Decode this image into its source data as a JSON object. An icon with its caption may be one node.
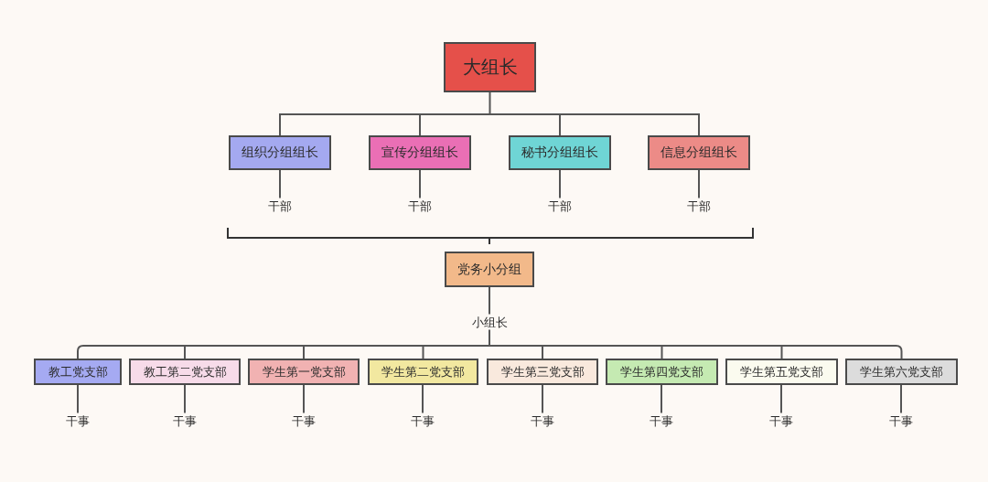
{
  "diagram": {
    "nodes": [
      {
        "text": [
          "大组长"
        ]
      },
      {
        "text": [
          "组织分组组长"
        ]
      },
      {
        "text": [
          "宣传分组组长"
        ]
      },
      {
        "text": [
          "秘书分组组长"
        ]
      },
      {
        "text": [
          "信息分组组长"
        ]
      },
      {
        "text": [
          "干部"
        ]
      },
      {
        "text": [
          "干部"
        ]
      },
      {
        "text": [
          "干部"
        ]
      },
      {
        "text": [
          "干部"
        ]
      },
      {
        "text": [
          "党务小分组"
        ]
      },
      {
        "text": [
          "小组长"
        ]
      },
      {
        "text": [
          "教工党支部"
        ]
      },
      {
        "text": [
          "教工第二党支部"
        ]
      },
      {
        "text": [
          "学生第一党支部"
        ]
      },
      {
        "text": [
          "学生第二党支部"
        ]
      },
      {
        "text": [
          "学生第三党支部"
        ]
      },
      {
        "text": [
          "学生第四党支部"
        ]
      },
      {
        "text": [
          "学生第五党支部"
        ]
      },
      {
        "text": [
          "学生第六党支部"
        ]
      },
      {
        "text": [
          "干事"
        ]
      },
      {
        "text": [
          "干事"
        ]
      },
      {
        "text": [
          "干事"
        ]
      },
      {
        "text": [
          "干事"
        ]
      },
      {
        "text": [
          "干事"
        ]
      },
      {
        "text": [
          "干事"
        ]
      },
      {
        "text": [
          "干事"
        ]
      },
      {
        "text": [
          "干事"
        ]
      }
    ],
    "edges": [
      {
        "from": 0,
        "to": 1,
        "arrow": "none"
      },
      {
        "from": 0,
        "to": 2,
        "arrow": "none"
      },
      {
        "from": 0,
        "to": 3,
        "arrow": "none"
      },
      {
        "from": 0,
        "to": 4,
        "arrow": "none"
      },
      {
        "from": 1,
        "to": 5,
        "arrow": "none"
      },
      {
        "from": 2,
        "to": 6,
        "arrow": "none"
      },
      {
        "from": 3,
        "to": 7,
        "arrow": "none"
      },
      {
        "from": 4,
        "to": 8,
        "arrow": "none"
      },
      {
        "from": 9,
        "to": 10,
        "arrow": "none"
      },
      {
        "from": 10,
        "to": 11,
        "arrow": "none"
      },
      {
        "from": 10,
        "to": 12,
        "arrow": "none"
      },
      {
        "from": 10,
        "to": 13,
        "arrow": "none"
      },
      {
        "from": 10,
        "to": 14,
        "arrow": "none"
      },
      {
        "from": 10,
        "to": 15,
        "arrow": "none"
      },
      {
        "from": 10,
        "to": 16,
        "arrow": "none"
      },
      {
        "from": 10,
        "to": 17,
        "arrow": "none"
      },
      {
        "from": 10,
        "to": 18,
        "arrow": "none"
      },
      {
        "from": 11,
        "to": 19,
        "arrow": "none"
      },
      {
        "from": 12,
        "to": 20,
        "arrow": "none"
      },
      {
        "from": 13,
        "to": 21,
        "arrow": "none"
      },
      {
        "from": 14,
        "to": 22,
        "arrow": "none"
      },
      {
        "from": 15,
        "to": 23,
        "arrow": "none"
      },
      {
        "from": 16,
        "to": 24,
        "arrow": "none"
      },
      {
        "from": 17,
        "to": 25,
        "arrow": "none"
      },
      {
        "from": 18,
        "to": 26,
        "arrow": "none"
      }
    ]
  }
}
